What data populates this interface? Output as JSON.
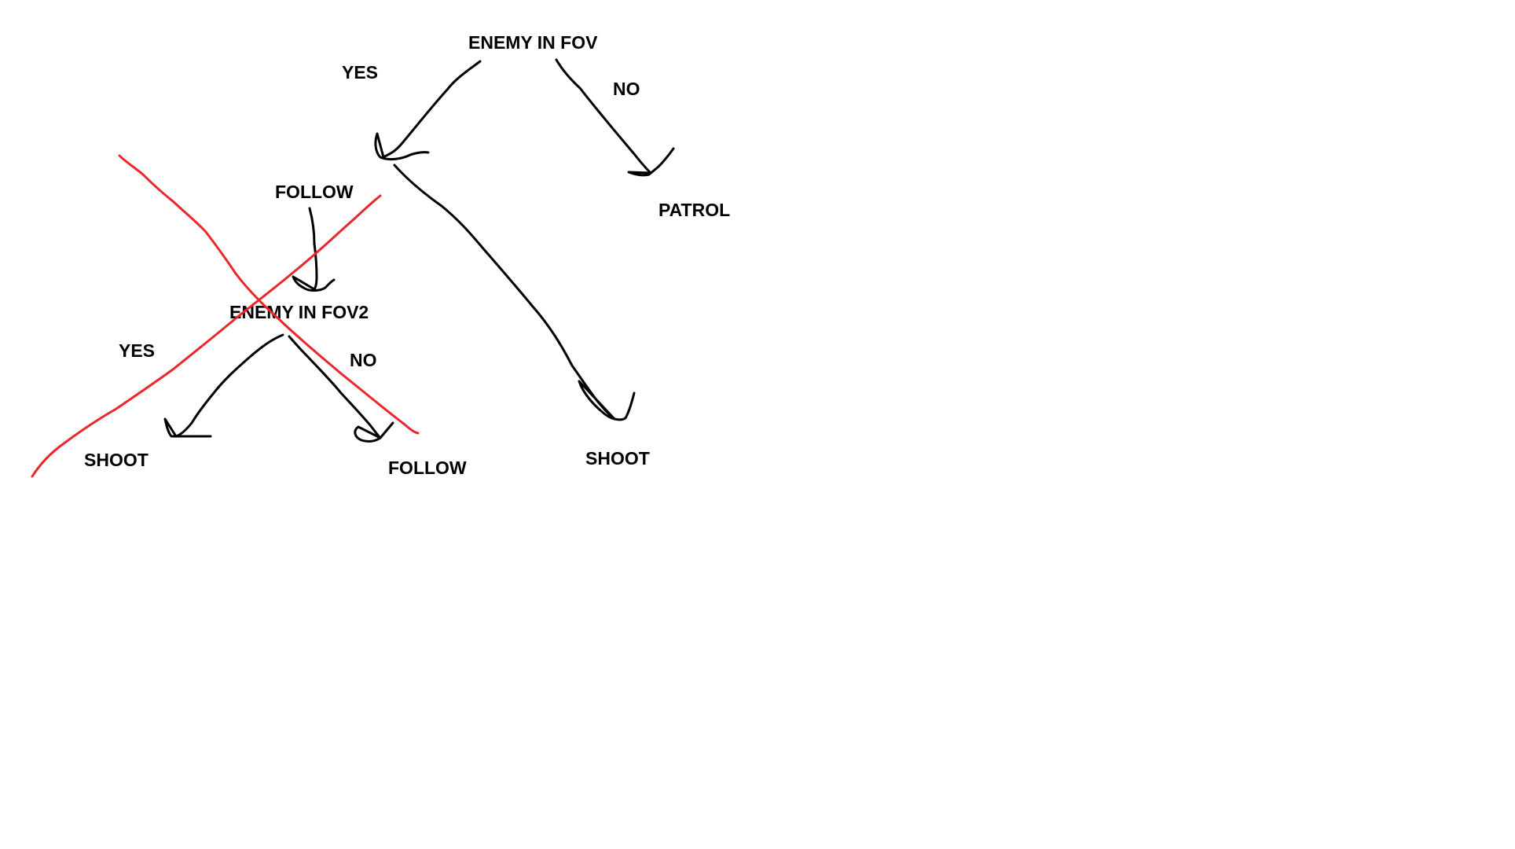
{
  "colors": {
    "background": "#ffffff",
    "text": "#000000",
    "arrow_ink": "#000000",
    "cross_out": "#e8282b"
  },
  "tree": {
    "root": {
      "label": "ENEMY IN FOV",
      "yes_label": "YES",
      "no_label": "NO",
      "no_result": "PATROL"
    },
    "yes_branch": {
      "follow_label": "FOLLOW",
      "shoot_label": "SHOOT",
      "sub_decision": {
        "label": "ENEMY IN FOV2",
        "yes_label": "YES",
        "no_label": "NO",
        "yes_result": "SHOOT",
        "no_result": "FOLLOW",
        "crossed_out": true
      }
    }
  }
}
